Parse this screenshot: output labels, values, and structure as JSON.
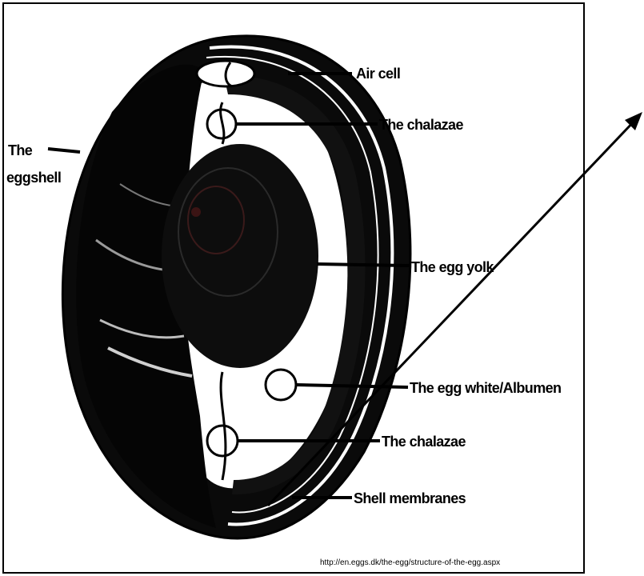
{
  "labels": {
    "air_cell": "Air cell",
    "chalazae_top": "The chalazae",
    "eggshell_line1": "The",
    "eggshell_line2": "eggshell",
    "egg_yolk": "The egg yolk",
    "egg_white": "The egg white/Albumen",
    "chalazae_bottom": "The chalazae",
    "shell_membranes": "Shell membranes"
  },
  "source": "http://en.eggs.dk/the-egg/structure-of-the-egg.aspx",
  "colors": {
    "ink": "#000000",
    "paper": "#ffffff"
  }
}
